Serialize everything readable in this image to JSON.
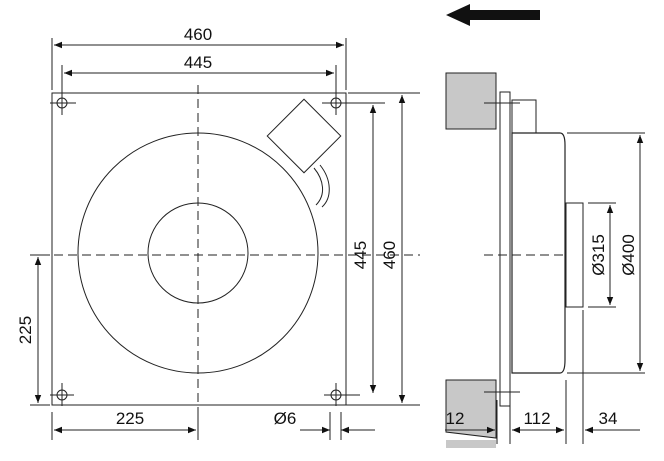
{
  "front_view": {
    "width_outer": "460",
    "width_holes": "445",
    "height_holes": "445",
    "height_outer": "460",
    "center_height": "225",
    "center_width": "225",
    "hole_diameter": "Ø6"
  },
  "side_view": {
    "spigot_diameter": "Ø315",
    "body_diameter": "Ø400",
    "wall_depth": "12",
    "body_depth": "112",
    "spigot_depth": "34"
  },
  "colors": {
    "wall": "#c8c8c8",
    "line": "#222222"
  },
  "icons": {
    "airflow": "arrow-left-icon"
  }
}
